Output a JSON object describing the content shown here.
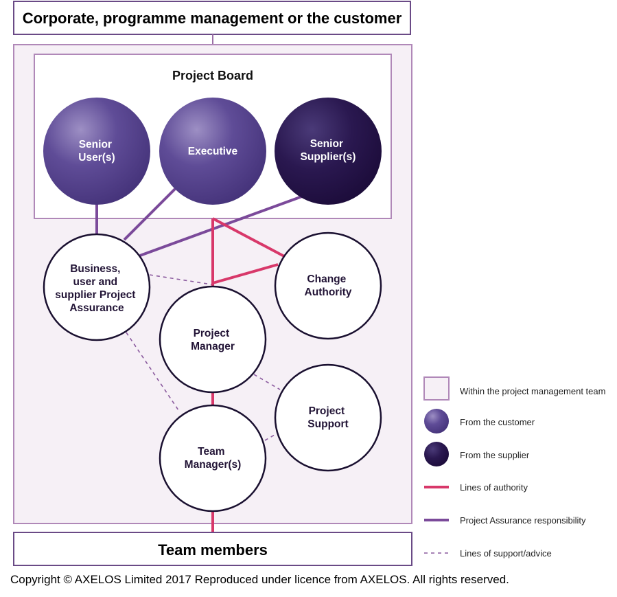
{
  "top_box": {
    "label": "Corporate, programme management or the customer"
  },
  "project_board": {
    "title": "Project Board"
  },
  "nodes": {
    "senior_users": {
      "lines": [
        "Senior",
        "User(s)"
      ]
    },
    "executive": {
      "lines": [
        "Executive"
      ]
    },
    "senior_suppliers": {
      "lines": [
        "Senior",
        "Supplier(s)"
      ]
    },
    "project_assurance": {
      "lines": [
        "Business,",
        "user and",
        "supplier Project",
        "Assurance"
      ]
    },
    "change_authority": {
      "lines": [
        "Change",
        "Authority"
      ]
    },
    "project_manager": {
      "lines": [
        "Project",
        "Manager"
      ]
    },
    "project_support": {
      "lines": [
        "Project",
        "Support"
      ]
    },
    "team_managers": {
      "lines": [
        "Team",
        "Manager(s)"
      ]
    }
  },
  "bottom_box": {
    "label": "Team members"
  },
  "legend": {
    "within_team": "Within the project management team",
    "from_customer": "From the customer",
    "from_supplier": "From the supplier",
    "authority": "Lines of authority",
    "assurance": "Project Assurance responsibility",
    "support": "Lines of support/advice"
  },
  "copyright": "Copyright © AXELOS Limited 2017 Reproduced under licence from AXELOS. All rights reserved.",
  "colors": {
    "frame_border": "#9b6fa6",
    "team_fill": "#f6f0f6",
    "customer": "#5a4690",
    "supplier": "#251245",
    "authority_line": "#d8386a",
    "assurance_line": "#7b4a9a",
    "support_line": "#8a5a9e",
    "node_border": "#1a1030"
  }
}
